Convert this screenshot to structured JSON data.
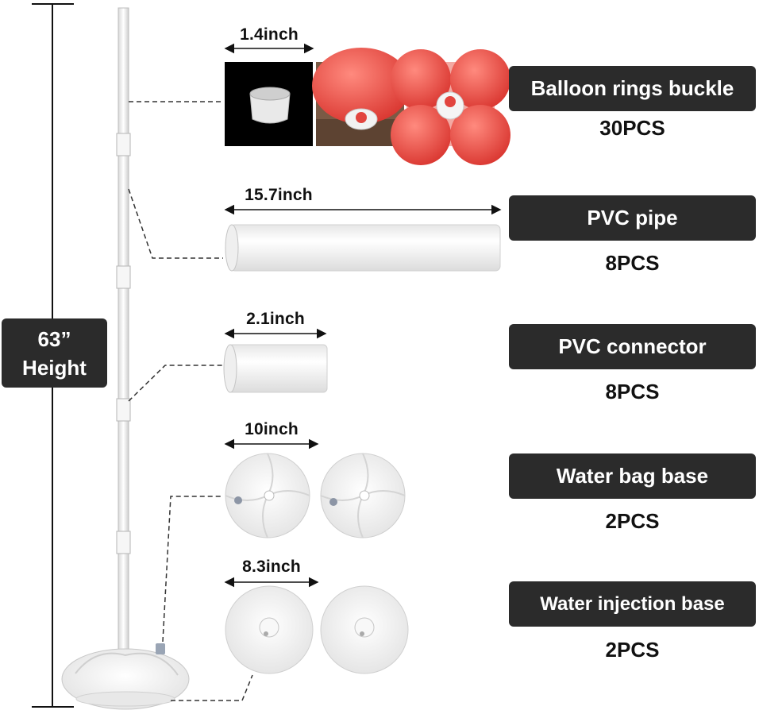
{
  "height_label": {
    "value": "63”",
    "text": "Height"
  },
  "items": [
    {
      "name": "Balloon rings buckle",
      "qty": "30PCS",
      "dimension": "1.4inch"
    },
    {
      "name": "PVC pipe",
      "qty": "8PCS",
      "dimension": "15.7inch"
    },
    {
      "name": "PVC connector",
      "qty": "8PCS",
      "dimension": "2.1inch"
    },
    {
      "name": "Water bag base",
      "qty": "2PCS",
      "dimension": "10inch"
    },
    {
      "name": "Water injection base",
      "qty": "2PCS",
      "dimension": "8.3inch"
    }
  ],
  "colors": {
    "label_bg": "#2b2b2b",
    "label_text": "#ffffff",
    "balloon_red": "#e8423f",
    "pipe_white": "#f4f4f4"
  }
}
